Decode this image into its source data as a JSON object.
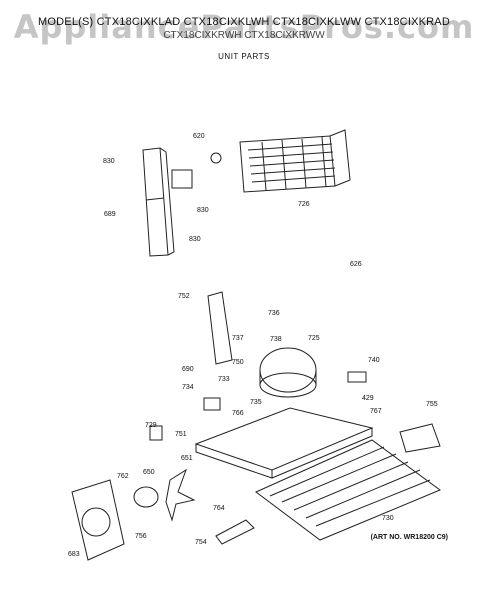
{
  "header": {
    "models_line1": "MODEL(S) CTX18CIXKLAD CTX18CIXKLWH CTX18CIXKLWW CTX18CIXKRAD",
    "models_line2": "CTX18CIXKRWH CTX18CIXKRWW",
    "section_title": "UNIT PARTS"
  },
  "watermark": "AppliancePartsPros.com",
  "art_number": "(ART NO. WR18200 C9)",
  "callouts": [
    "830",
    "620",
    "726",
    "830",
    "689",
    "830",
    "626",
    "752",
    "736",
    "737",
    "738",
    "725",
    "690",
    "750",
    "740",
    "734",
    "733",
    "735",
    "429",
    "767",
    "755",
    "766",
    "729",
    "751",
    "651",
    "762",
    "650",
    "764",
    "730",
    "683",
    "756",
    "754"
  ]
}
